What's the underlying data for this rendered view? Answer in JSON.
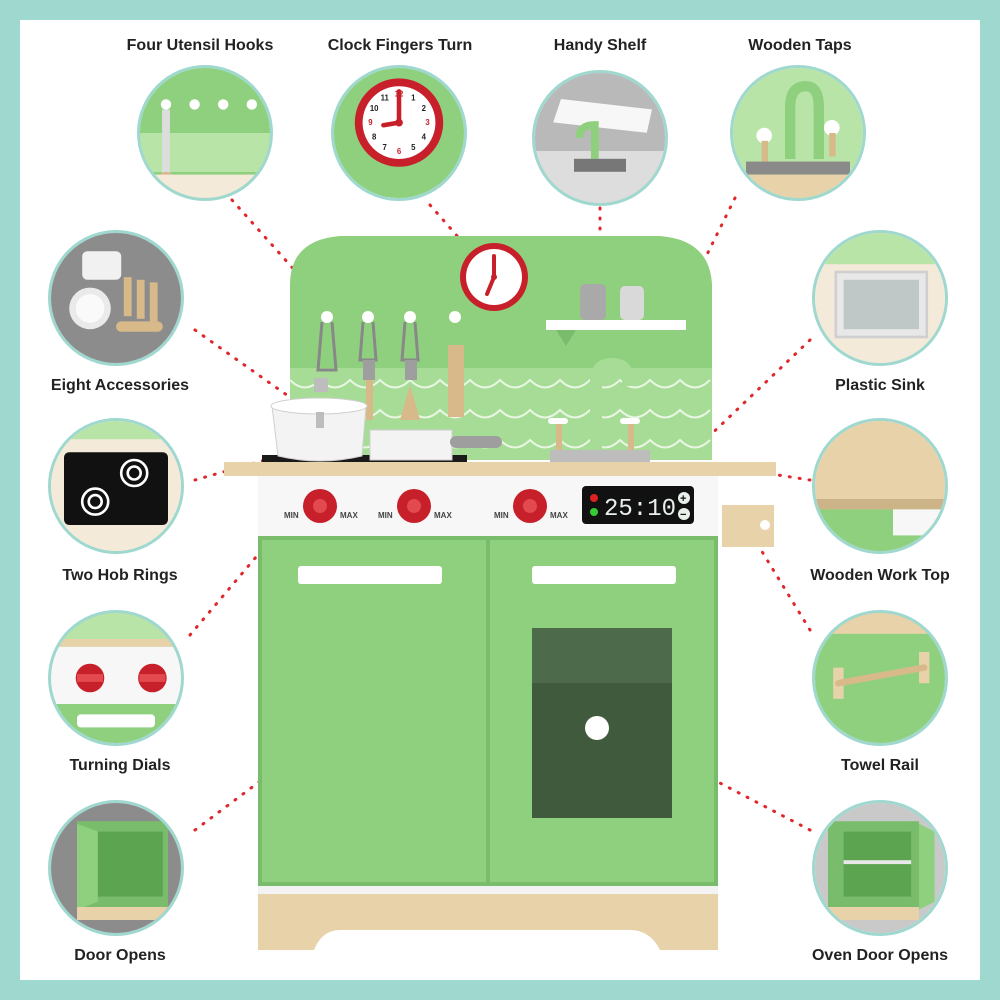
{
  "colors": {
    "frame": "#9fd8cf",
    "kitchen_green": "#8fd07f",
    "kitchen_green_dark": "#79bd6c",
    "knob_red": "#c8202a",
    "wood": "#e8d2aa",
    "label_text": "#222222",
    "dotted_line": "#e0262b"
  },
  "features": [
    {
      "label": "Four Utensil Hooks",
      "icon": "utensil-hooks-icon"
    },
    {
      "label": "Clock Fingers Turn",
      "icon": "clock-icon"
    },
    {
      "label": "Handy Shelf",
      "icon": "shelf-icon"
    },
    {
      "label": "Wooden Taps",
      "icon": "tap-icon"
    },
    {
      "label": "Eight Accessories",
      "icon": "accessories-icon"
    },
    {
      "label": "Plastic Sink",
      "icon": "sink-icon"
    },
    {
      "label": "Two Hob Rings",
      "icon": "hob-icon"
    },
    {
      "label": "Wooden Work Top",
      "icon": "worktop-icon"
    },
    {
      "label": "Turning Dials",
      "icon": "dial-icon"
    },
    {
      "label": "Towel Rail",
      "icon": "towel-rail-icon"
    },
    {
      "label": "Door Opens",
      "icon": "cupboard-door-icon"
    },
    {
      "label": "Oven Door Opens",
      "icon": "oven-door-icon"
    }
  ],
  "clock_numbers": [
    "12",
    "1",
    "2",
    "3",
    "4",
    "5",
    "6",
    "7",
    "8",
    "9",
    "10",
    "11"
  ],
  "timer_display": "25:10",
  "dial_labels": {
    "min": "MIN",
    "max": "MAX"
  },
  "timer_buttons": {
    "plus": "+",
    "minus": "−"
  }
}
